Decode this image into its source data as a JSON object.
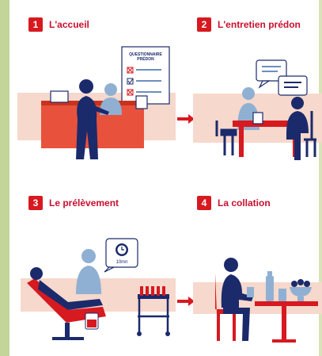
{
  "steps": [
    {
      "number": "1",
      "title": "L'accueil"
    },
    {
      "number": "2",
      "title": "L'entretien prédon"
    },
    {
      "number": "3",
      "title": "Le prélèvement"
    },
    {
      "number": "4",
      "title": "La collation"
    }
  ],
  "questionnaire": {
    "line1": "QUESTIONNAIRE",
    "line2": "PRÉDON"
  },
  "timer": {
    "label": "10mn"
  },
  "colors": {
    "red": "#d71920",
    "navy": "#1b2a6b",
    "skin": "#8fb0d3",
    "peach": "#f6c8b4",
    "floor": "#f3ddd2"
  }
}
